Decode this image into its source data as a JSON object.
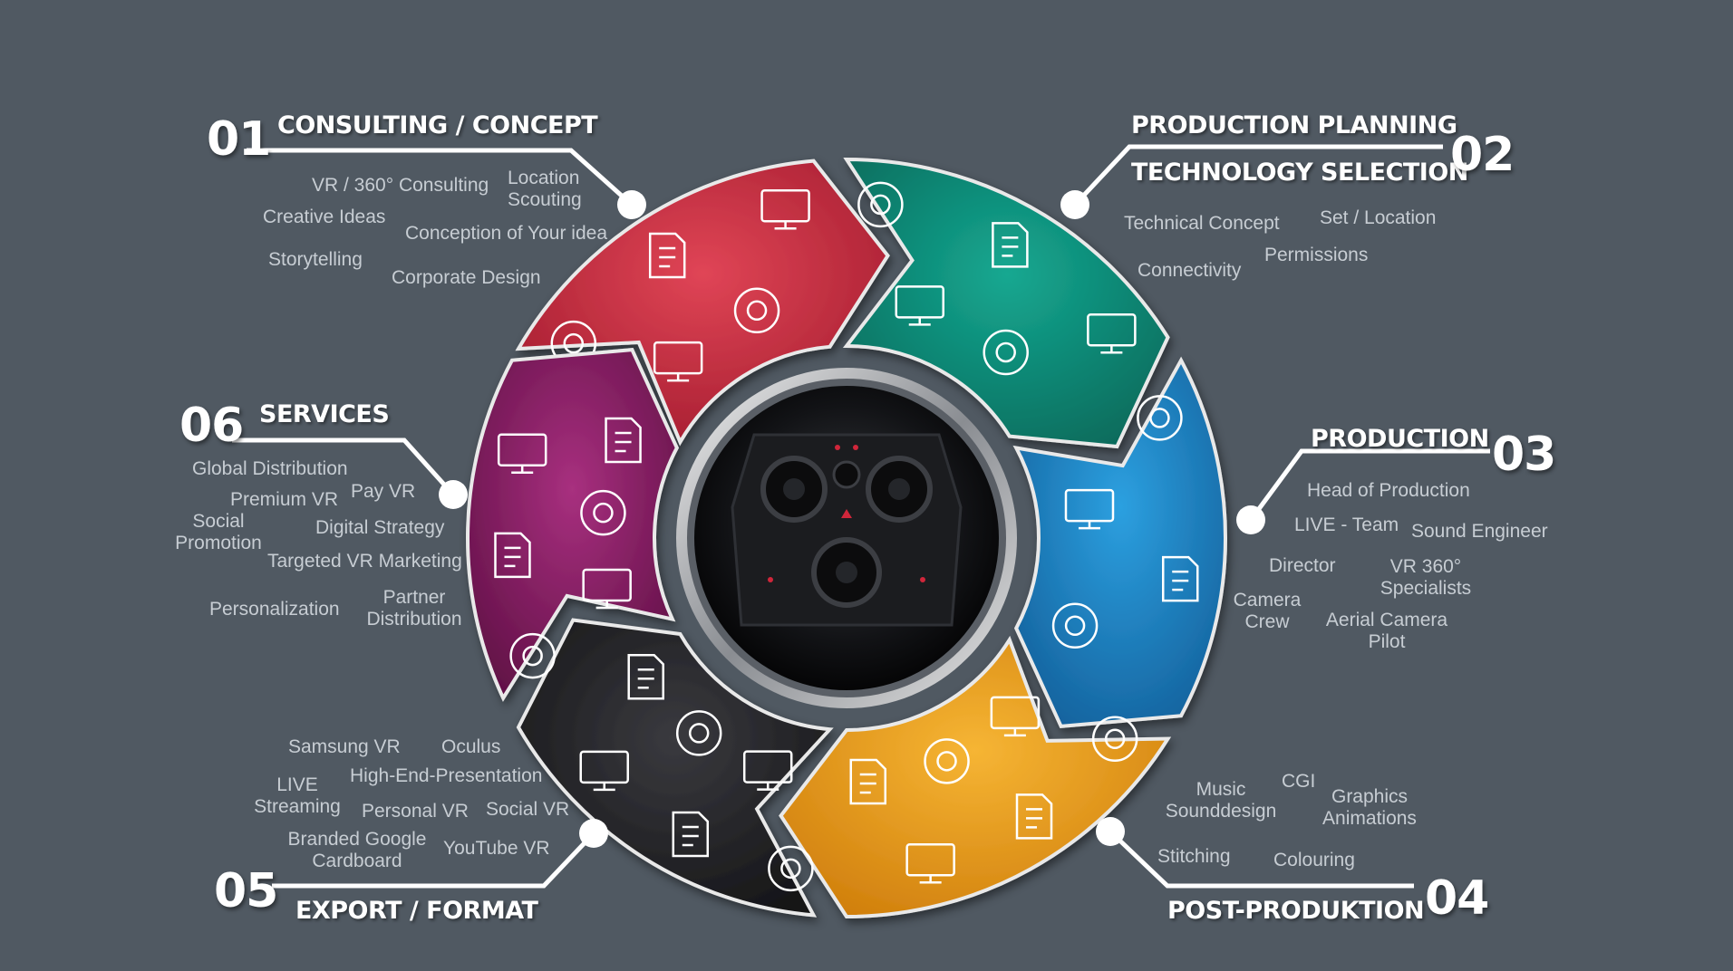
{
  "steps": [
    {
      "number": "01",
      "title": "CONSULTING / CONCEPT",
      "keywords": [
        "VR / 360° Consulting",
        "Location Scouting",
        "Creative Ideas",
        "Conception of Your idea",
        "Storytelling",
        "Corporate Design"
      ]
    },
    {
      "number": "02",
      "title_line1": "PRODUCTION PLANNING",
      "title_line2": "TECHNOLOGY SELECTION",
      "keywords": [
        "Technical Concept",
        "Set / Location",
        "Permissions",
        "Connectivity"
      ]
    },
    {
      "number": "03",
      "title": "PRODUCTION",
      "keywords": [
        "Head of Production",
        "LIVE - Team",
        "Sound Engineer",
        "Director",
        "VR 360° Specialists",
        "Camera Crew",
        "Aerial Camera Pilot"
      ]
    },
    {
      "number": "04",
      "title": "POST-PRODUKTION",
      "keywords": [
        "Music Sounddesign",
        "CGI",
        "Graphics Animations",
        "Stitching",
        "Colouring"
      ]
    },
    {
      "number": "05",
      "title": "EXPORT /  FORMAT",
      "keywords": [
        "Samsung VR",
        "Oculus",
        "LIVE Streaming",
        "High-End-Presentation",
        "Personal VR",
        "Social VR",
        "Branded Google Cardboard",
        "YouTube VR"
      ]
    },
    {
      "number": "06",
      "title": "SERVICES",
      "keywords": [
        "Global Distribution",
        "Premium VR",
        "Pay VR",
        "Social Promotion",
        "Digital Strategy",
        "Targeted VR Marketing",
        "Personalization",
        "Partner Distribution"
      ]
    }
  ],
  "colors": {
    "background": "#505962",
    "consulting": "#c8293f",
    "planning": "#0f8f7b",
    "production": "#1f86c8",
    "post": "#e8a21c",
    "export": "#2a2a2e",
    "services": "#8e1d68"
  },
  "icons": {
    "consulting": [
      "map-pin-icon",
      "fax-icon",
      "lightbulb-icon",
      "eye-document-icon",
      "checklist-icon"
    ],
    "planning": [
      "drone-icon",
      "microphone-icon",
      "movie-camera-icon",
      "router-icon",
      "camcorder-tripod-icon"
    ],
    "production": [
      "megaphone-icon",
      "video-player-icon",
      "monitor-icon",
      "vr-headset-user-icon"
    ],
    "post": [
      "crop-icon",
      "computer-monitor-icon",
      "speaker-icon",
      "globe-cursor-icon",
      "eye-icon",
      "3d-monitor-icon"
    ],
    "export": [
      "new-badge-icon",
      "vr-glasses-icon",
      "social-phone-icon",
      "floppy-disk-icon",
      "tv-icon",
      "server-icon"
    ],
    "services": [
      "target-user-icon",
      "money-document-icon",
      "target-icon",
      "crown-hand-icon",
      "globe-icon",
      "laptop-chess-icon"
    ]
  },
  "center_image": "vr-360-camera-rig"
}
